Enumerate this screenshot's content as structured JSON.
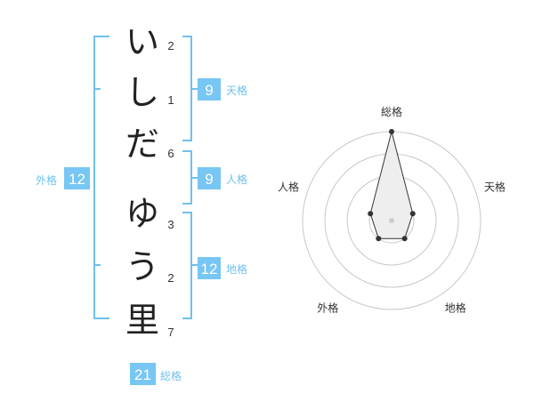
{
  "colors": {
    "bracket": "#6ec1ee",
    "badge_bg": "#77c6f3",
    "badge_text": "#ffffff",
    "label_text": "#6ec1ee",
    "name_text": "#222222",
    "stroke_count_text": "#333333",
    "radar_circle": "#c8c8c8",
    "radar_line": "#333333",
    "radar_fill": "#eeeeee",
    "radar_center": "#cccccc",
    "axis_label": "#333333"
  },
  "name": {
    "characters": [
      {
        "char": "い",
        "strokes": "2"
      },
      {
        "char": "し",
        "strokes": "1"
      },
      {
        "char": "だ",
        "strokes": "6"
      },
      {
        "char": "ゆ",
        "strokes": "3"
      },
      {
        "char": "う",
        "strokes": "2"
      },
      {
        "char": "里",
        "strokes": "7"
      }
    ]
  },
  "fortunes": {
    "tenkaku": {
      "value": "9",
      "label": "天格"
    },
    "jinkaku": {
      "value": "9",
      "label": "人格"
    },
    "chikaku": {
      "value": "12",
      "label": "地格"
    },
    "gaikaku": {
      "value": "12",
      "label": "外格"
    },
    "soukaku": {
      "value": "21",
      "label": "総格"
    }
  },
  "chart_data": {
    "type": "radar",
    "axes": [
      "総格",
      "天格",
      "地格",
      "外格",
      "人格"
    ],
    "rings": 4,
    "values": [
      4,
      1,
      1,
      1,
      1
    ],
    "max": 4
  }
}
